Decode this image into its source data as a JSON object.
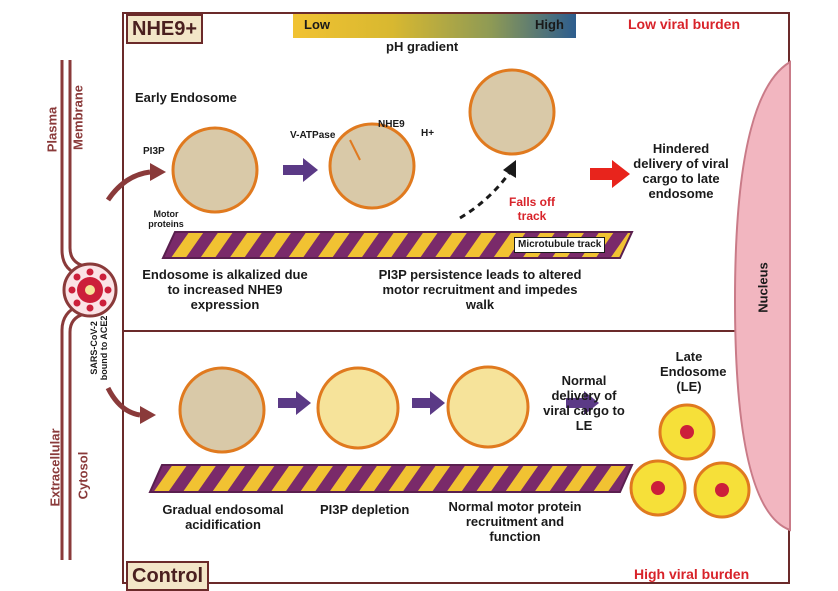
{
  "panels": {
    "top_tag": "NHE9+",
    "bottom_tag": "Control",
    "top_burden": "Low viral burden",
    "bottom_burden": "High viral burden"
  },
  "ph_scale": {
    "low": "Low",
    "high": "High",
    "title": "pH gradient",
    "colors": [
      "#f1c232",
      "#b7b24a",
      "#2d5d8e"
    ]
  },
  "side": {
    "plasma": "Plasma",
    "membrane": "Membrane",
    "extracellular": "Extracellular",
    "cytosol": "Cytosol",
    "virus": "SARS-CoV-2 bound to ACE2",
    "nucleus": "Nucleus"
  },
  "top": {
    "early_endosome": "Early Endosome",
    "pi3p": "PI3P",
    "motor_proteins": "Motor proteins",
    "v_atpase": "V-ATPase",
    "nhe9": "NHE9",
    "h_plus": "H+",
    "falls_off": "Falls off track",
    "microtubule": "Microtubule track",
    "hindered": "Hindered delivery of viral cargo to late endosome",
    "caption_left": "Endosome is alkalized due to increased NHE9 expression",
    "caption_right": "PI3P persistence leads to altered motor recruitment and impedes walk"
  },
  "bottom": {
    "normal_delivery": "Normal delivery of viral cargo to LE",
    "late_endosome": "Late Endosome (LE)",
    "caption_1": "Gradual endosomal acidification",
    "caption_2": "PI3P depletion",
    "caption_3": "Normal motor protein recruitment and function"
  },
  "colors": {
    "frame": "#6b2a2a",
    "accent_red": "#d8232a",
    "arrow_purple": "#5b3a86",
    "track_purple": "#7a2a6a",
    "track_gold": "#f1c232",
    "endosome_alkaline": "#d9c9a8",
    "endosome_acidic": "#f6e39a"
  }
}
